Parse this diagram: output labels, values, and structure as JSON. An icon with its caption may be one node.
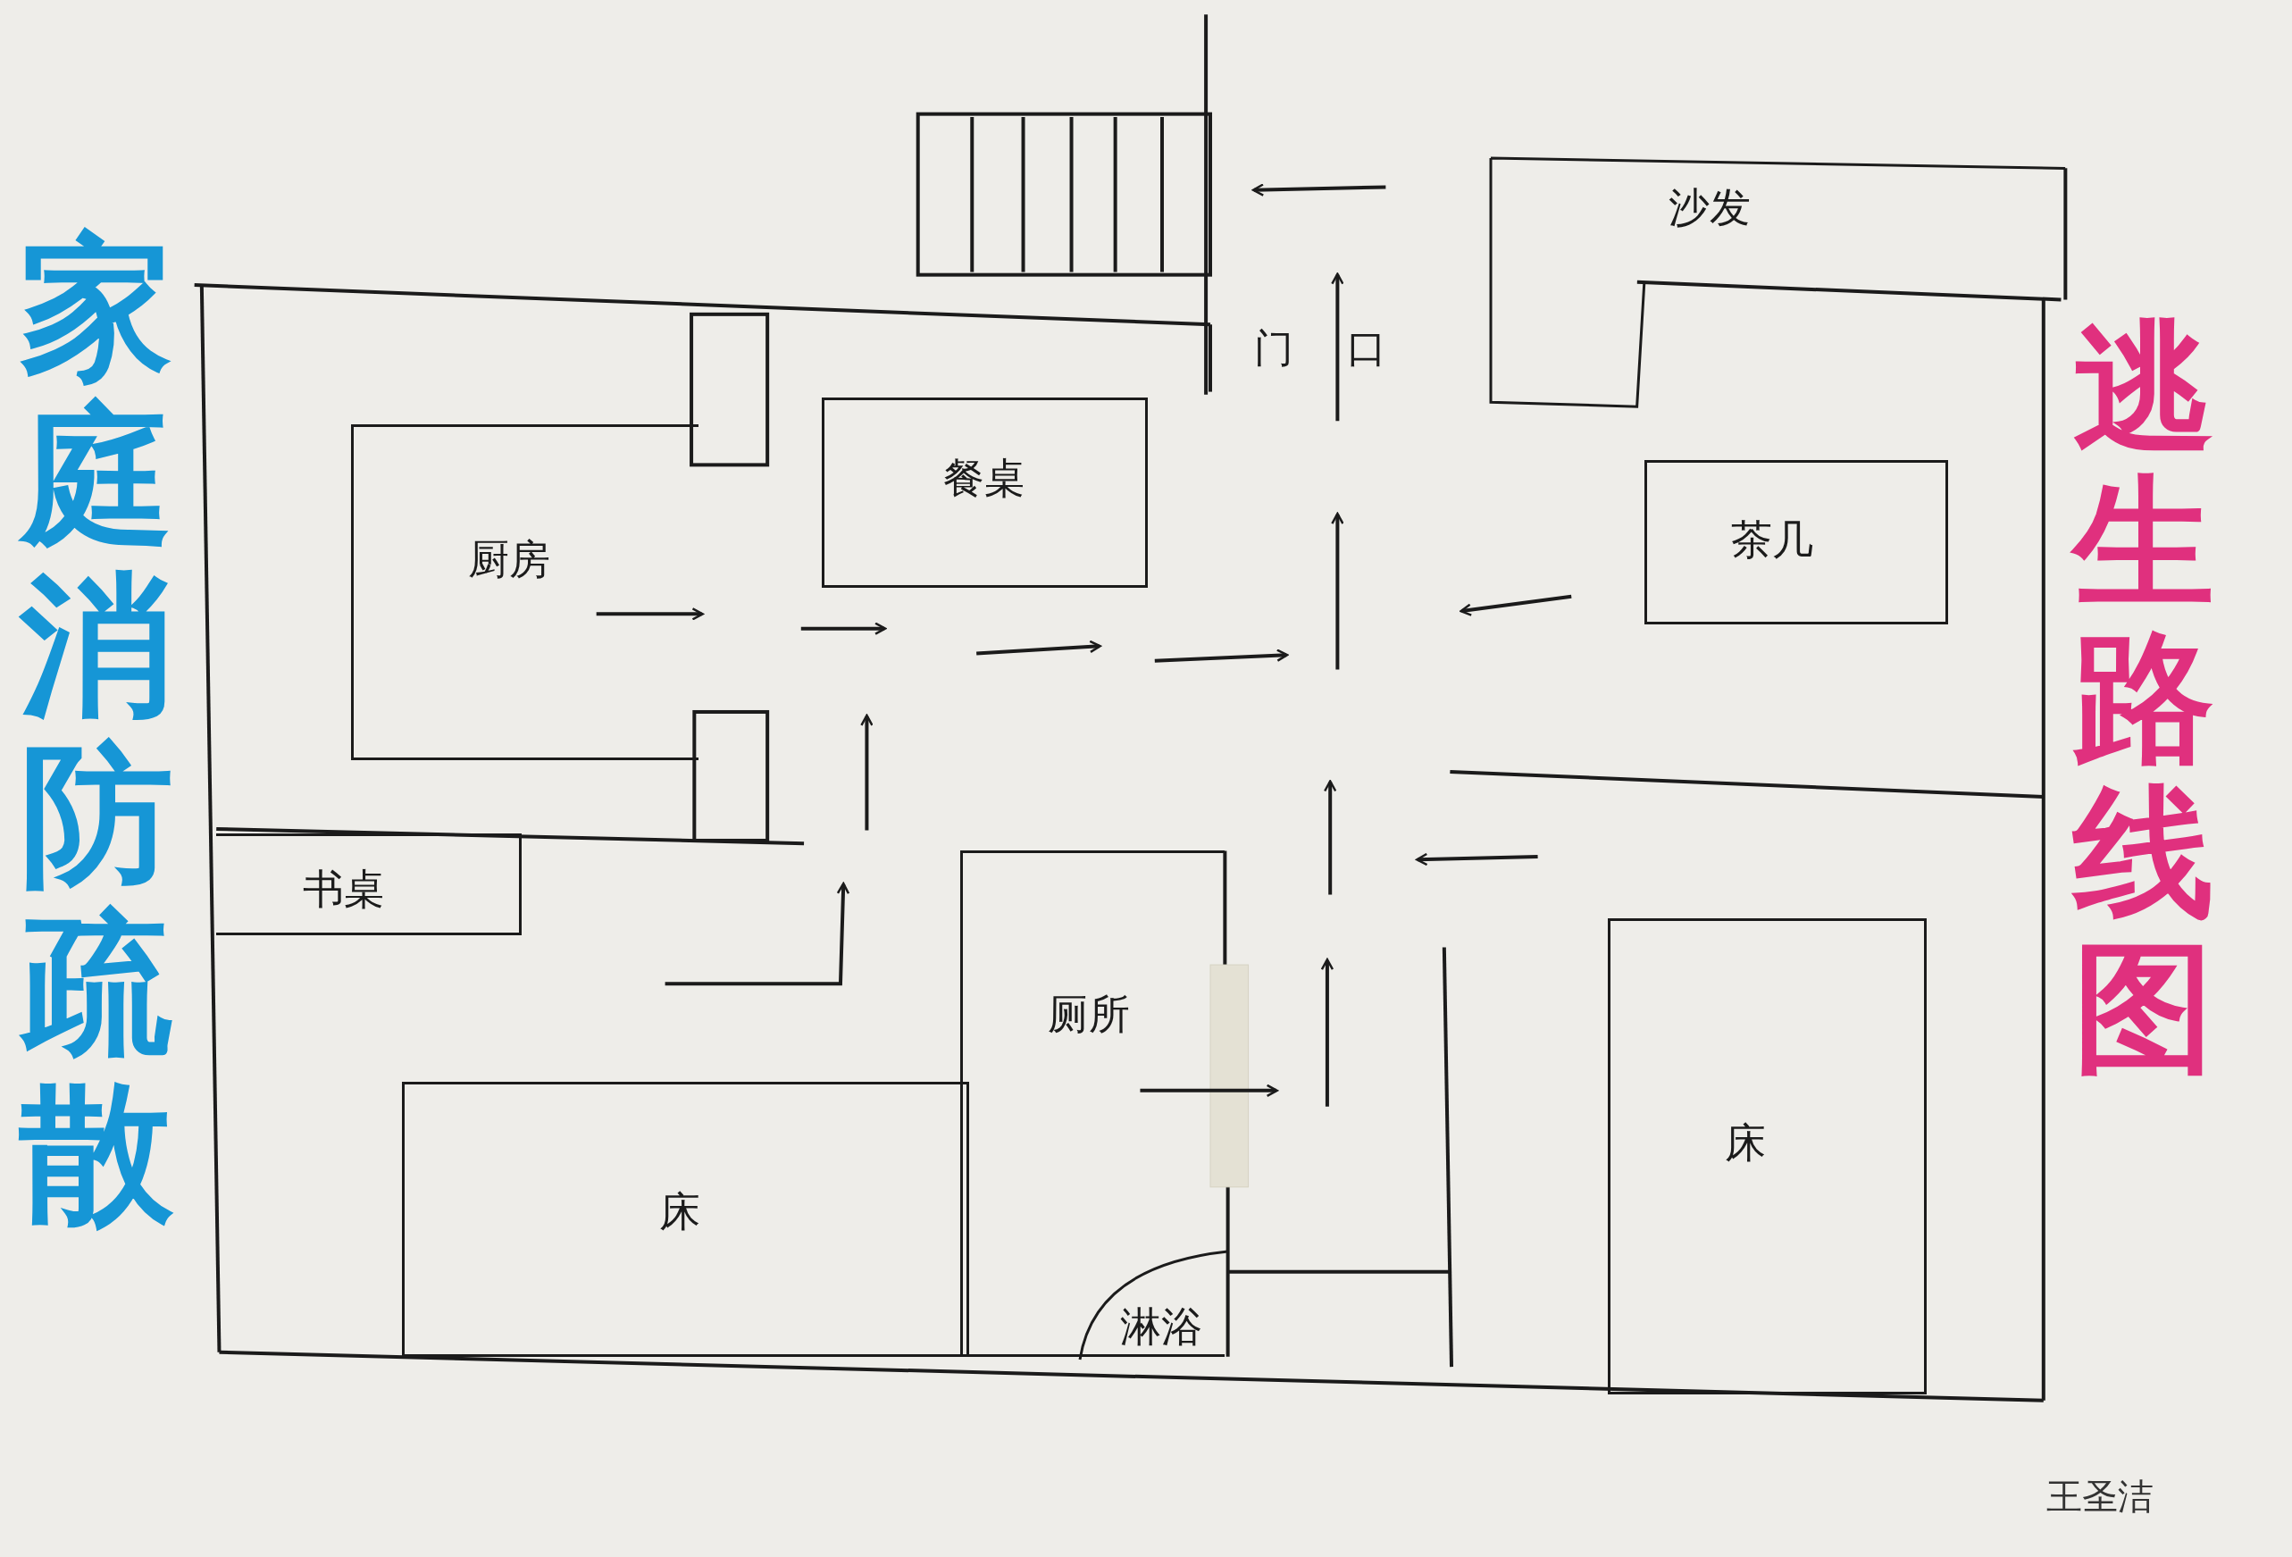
{
  "diagram": {
    "title": "家庭消防疏散",
    "nodes": [
      {
        "text": [
          "厨房"
        ]
      },
      {
        "text": [
          "餐桌"
        ]
      },
      {
        "text": [
          "沙发"
        ]
      },
      {
        "text": [
          "茶几"
        ]
      },
      {
        "text": [
          "书桌"
        ]
      },
      {
        "text": [
          "厕所"
        ]
      },
      {
        "text": [
          "淋浴"
        ],
        "in": 5
      },
      {
        "text": [
          "床"
        ]
      },
      {
        "text": [
          "床"
        ]
      }
    ],
    "labels": [
      "逃生路线图",
      "门口",
      "王圣洁"
    ]
  }
}
